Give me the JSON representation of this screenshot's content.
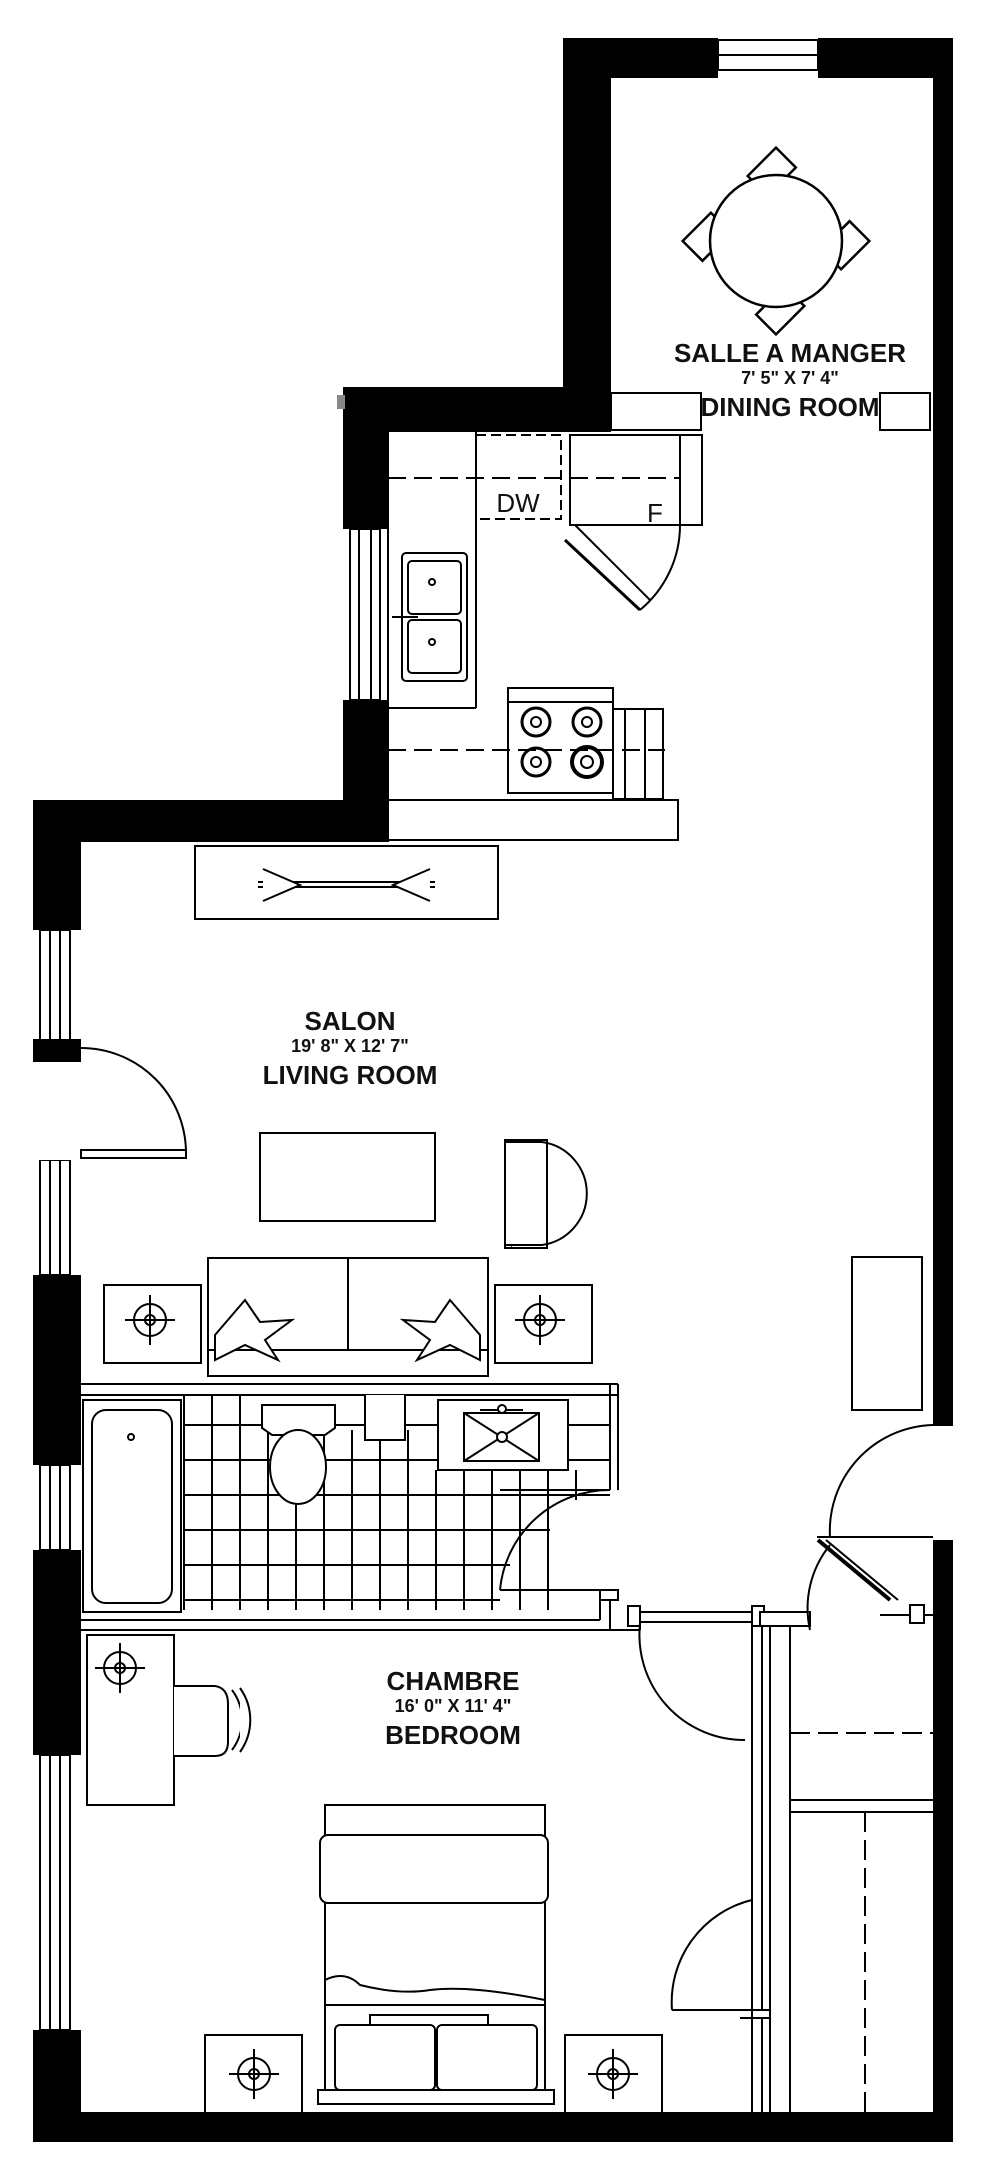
{
  "rooms": {
    "dining": {
      "name_fr": "SALLE A MANGER",
      "dims": "7' 5\" X 7' 4\"",
      "name_en": "DINING ROOM"
    },
    "living": {
      "name_fr": "SALON",
      "dims": "19' 8\" X 12' 7\"",
      "name_en": "LIVING ROOM"
    },
    "bedroom": {
      "name_fr": "CHAMBRE",
      "dims": "16' 0\" X 11' 4\"",
      "name_en": "BEDROOM"
    }
  },
  "appliances": {
    "dishwasher": "DW",
    "fridge": "F"
  }
}
